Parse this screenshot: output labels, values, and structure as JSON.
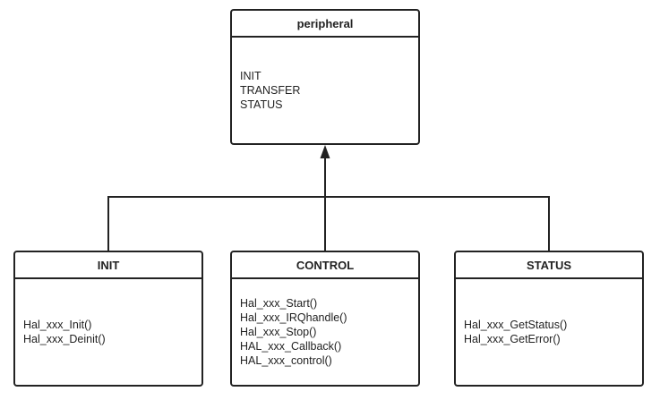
{
  "diagram": {
    "parent": {
      "title": "peripheral",
      "items": [
        "INIT",
        "TRANSFER",
        "STATUS"
      ]
    },
    "children": [
      {
        "title": "INIT",
        "items": [
          "Hal_xxx_Init()",
          "Hal_xxx_Deinit()"
        ]
      },
      {
        "title": "CONTROL",
        "items": [
          "Hal_xxx_Start()",
          "Hal_xxx_IRQhandle()",
          "Hal_xxx_Stop()",
          "HAL_xxx_Callback()",
          "HAL_xxx_control()"
        ]
      },
      {
        "title": "STATUS",
        "items": [
          "Hal_xxx_GetStatus()",
          "Hal_xxx_GetError()"
        ]
      }
    ],
    "colors": {
      "line": "#222222",
      "text": "#222222",
      "background": "#ffffff"
    }
  }
}
